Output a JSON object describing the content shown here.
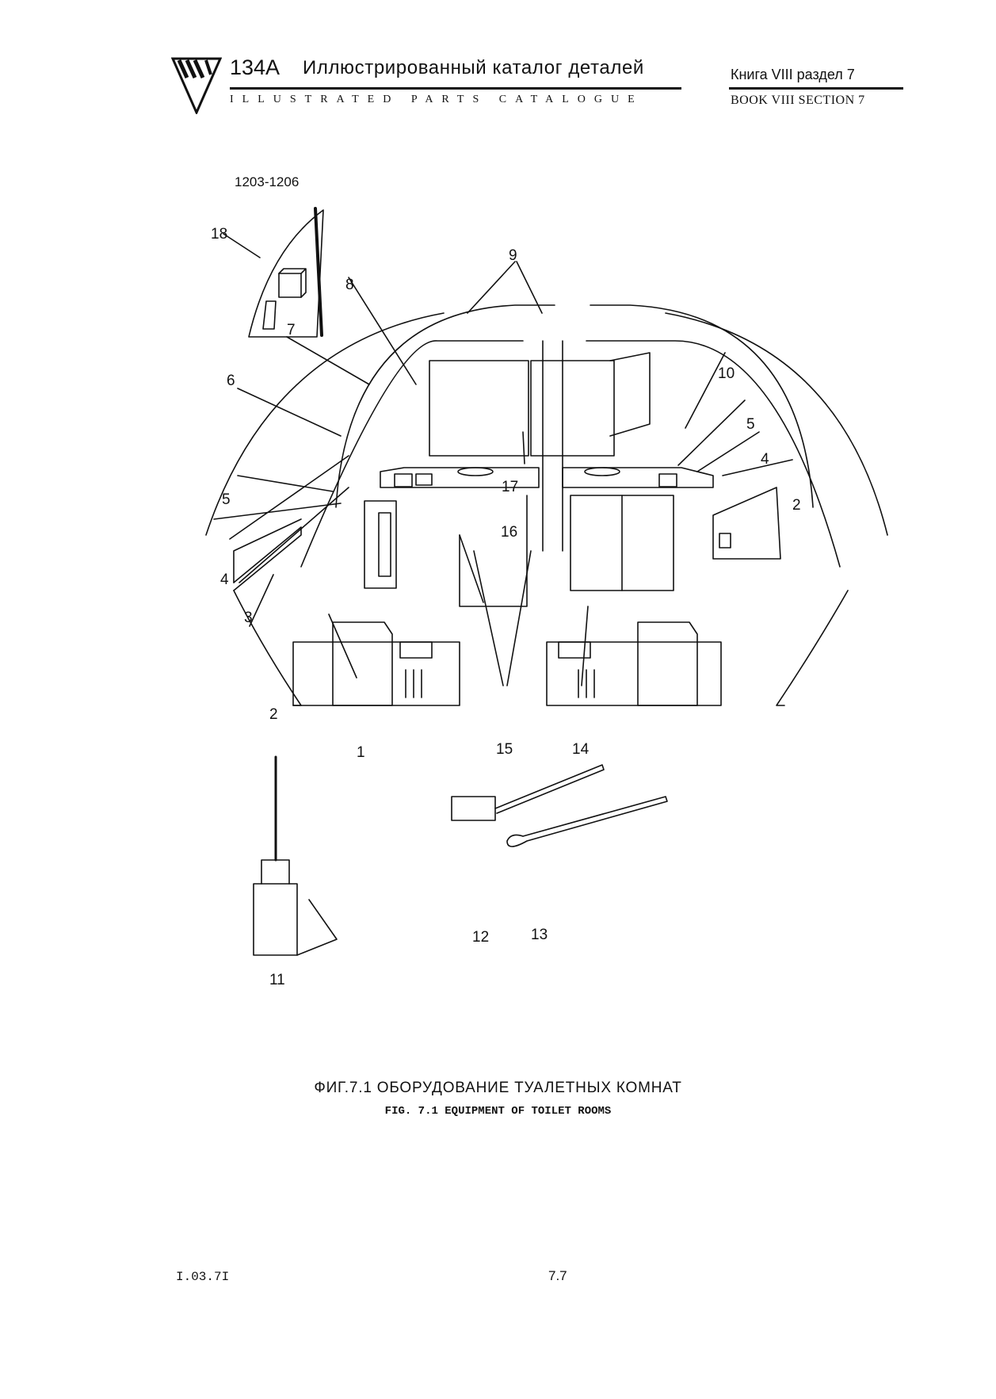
{
  "header": {
    "model": "134A",
    "title_ru": "Иллюстрированный  каталог  деталей",
    "title_en": "ILLUSTRATED PARTS CATALOGUE",
    "book_ru": "Книга VIII раздел 7",
    "book_en": "BOOK VIII SECTION 7"
  },
  "figure": {
    "serial_range": "1203-1206",
    "callouts": [
      "18",
      "8",
      "9",
      "7",
      "10",
      "6",
      "5",
      "4",
      "17",
      "16",
      "5",
      "4",
      "2",
      "3",
      "2",
      "1",
      "15",
      "14",
      "11",
      "12",
      "13"
    ],
    "caption_ru": "ФИГ.7.1  ОБОРУДОВАНИЕ ТУАЛЕТНЫХ  КОМНАТ",
    "caption_en": "FIG. 7.1 EQUIPMENT OF TOILET ROOMS"
  },
  "footer": {
    "date_code": "I.03.7I",
    "page": "7.7"
  },
  "colors": {
    "ink": "#111111",
    "paper": "#ffffff"
  }
}
